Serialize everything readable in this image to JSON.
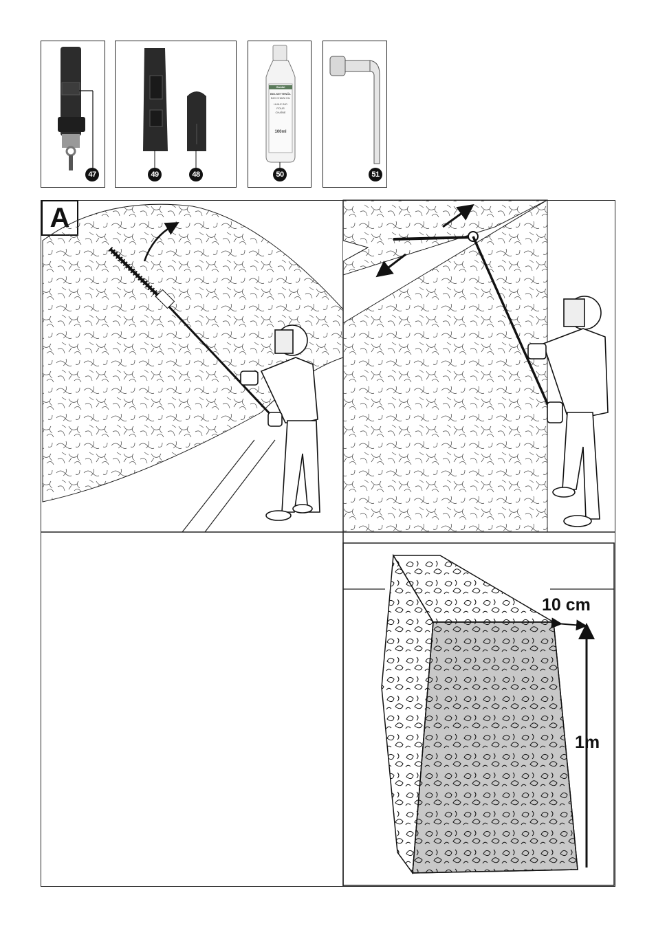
{
  "parts": [
    {
      "number": "47",
      "name": "shoulder-strap"
    },
    {
      "number": "49",
      "name": "blade-cover-long"
    },
    {
      "number": "48",
      "name": "blade-cover-short"
    },
    {
      "number": "50",
      "name": "chain-oil-bottle"
    },
    {
      "number": "51",
      "name": "hex-key"
    }
  ],
  "oil_label": {
    "brand": "Gardol",
    "line1": "BIO-KETTENÖL",
    "line2": "BIO CHAIN OIL",
    "line3": "HUILE BIO",
    "line4": "POUR",
    "line5": "CHAÎNE",
    "volume": "100ml"
  },
  "section": {
    "letter": "A"
  },
  "dimensions": {
    "width": "10 cm",
    "height": "1m"
  },
  "colors": {
    "line": "#111111",
    "hedge_shade": "#c8c8c8",
    "photo_dark": "#2a2a2a"
  }
}
